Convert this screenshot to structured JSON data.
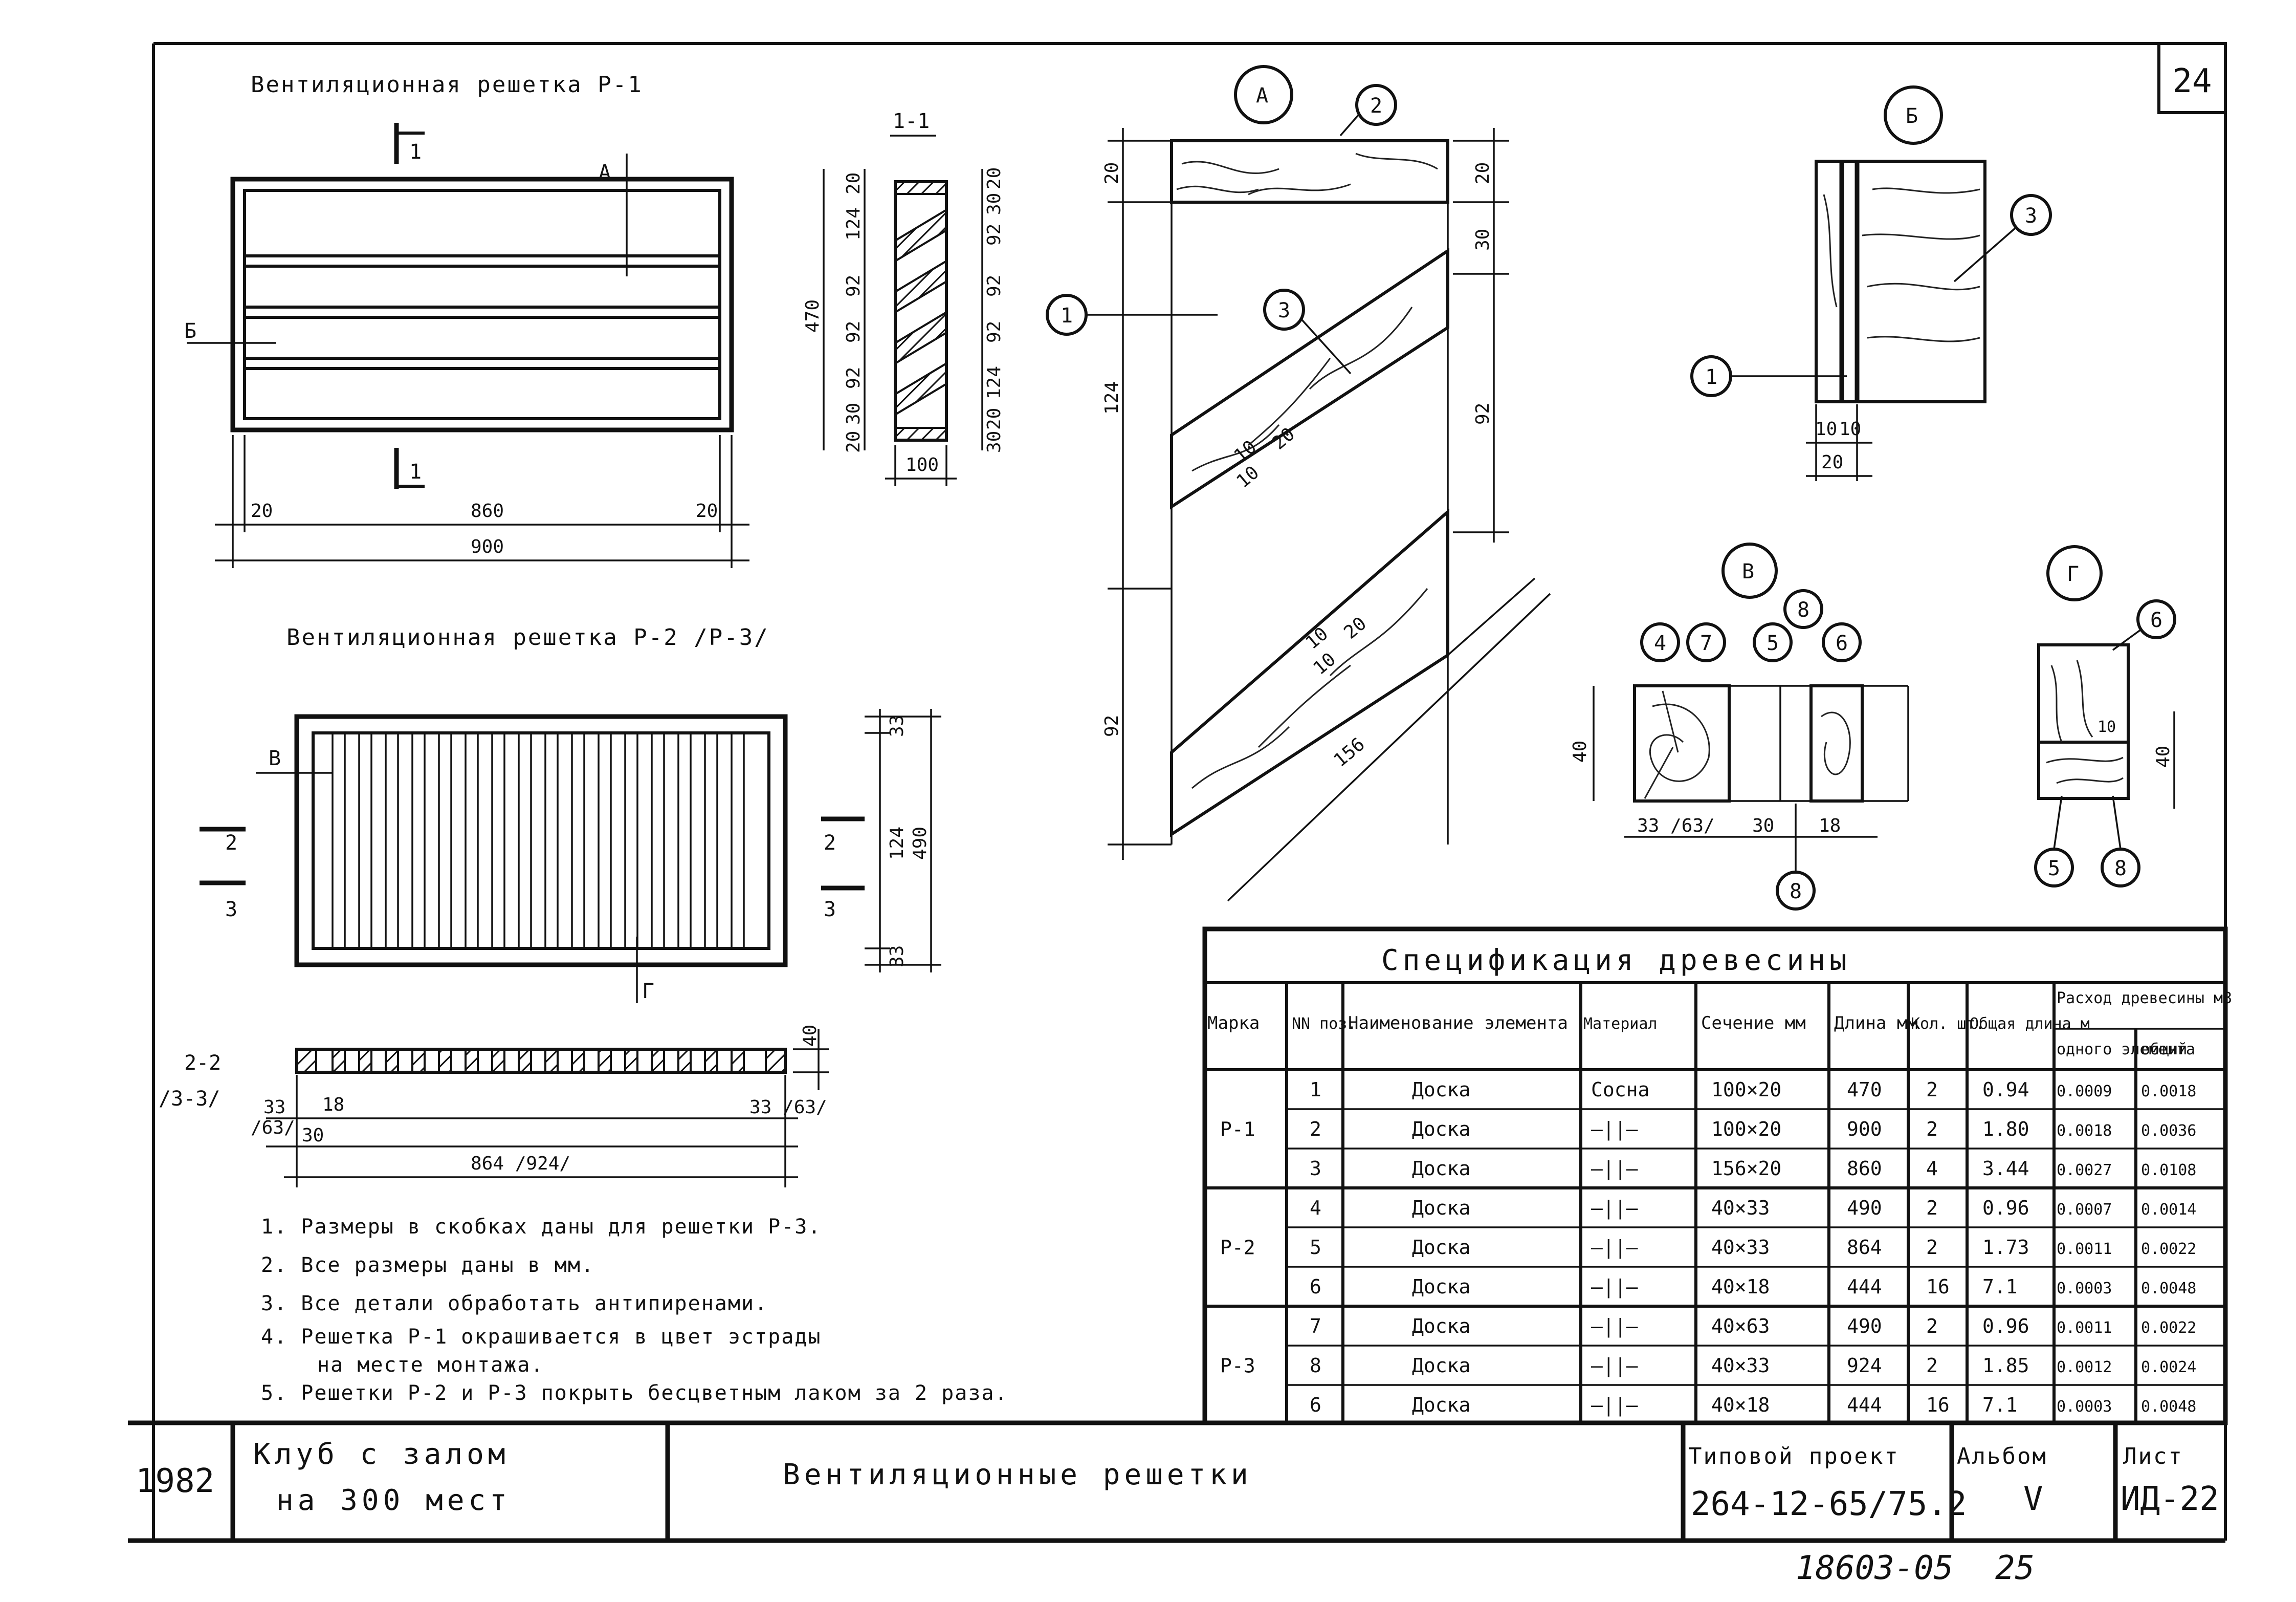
{
  "sheet_number": "24",
  "grille_p1": {
    "title": "Вентиляционная решетка Р-1",
    "cut_mark": "1",
    "label_a": "А",
    "label_b": "Б",
    "dims": [
      "20",
      "860",
      "20",
      "900"
    ]
  },
  "section_1_1": {
    "title": "1-1",
    "dims_left": [
      "20",
      "124",
      "92",
      "92",
      "92",
      "30",
      "20",
      "470"
    ],
    "dims_right": [
      "20",
      "30",
      "92",
      "92",
      "92",
      "124",
      "20",
      "30"
    ],
    "width": "100"
  },
  "grille_p2": {
    "title": "Вентиляционная решетка Р-2 /Р-3/",
    "label_v": "В",
    "label_g": "Г",
    "cut_2": "2",
    "cut_3": "3",
    "dims_right": [
      "33",
      "124",
      "33",
      "490"
    ],
    "section_label_1": "2-2",
    "section_label_2": "/3-3/",
    "section_height": "40",
    "top_dims": [
      "33",
      "18",
      "33 /63/"
    ],
    "bottom_dims": [
      "/63/",
      "30"
    ],
    "overall_dim": "864 /924/"
  },
  "detail_a": {
    "label": "А",
    "callouts": [
      "1",
      "2",
      "3"
    ],
    "dims": [
      "20",
      "124",
      "92",
      "20",
      "30",
      "92",
      "10",
      "10",
      "20",
      "10",
      "10",
      "20",
      "156"
    ]
  },
  "detail_b": {
    "label": "Б",
    "callouts": [
      "3",
      "1"
    ],
    "dims": [
      "10",
      "10",
      "20"
    ]
  },
  "detail_v": {
    "label": "В",
    "callouts": [
      "4",
      "7",
      "5",
      "8",
      "6",
      "8"
    ],
    "dims": [
      "40",
      "33 /63/",
      "30",
      "18"
    ]
  },
  "detail_g": {
    "label": "Г",
    "callouts": [
      "6",
      "5",
      "8"
    ],
    "dims": [
      "40",
      "10"
    ]
  },
  "notes": [
    "1. Размеры в скобках даны для решетки Р-3.",
    "2. Все размеры даны в мм.",
    "3. Все детали обработать антипиренами.",
    "4. Решетка Р-1 окрашивается в цвет эстрады",
    "на месте монтажа.",
    "5. Решетки Р-2 и Р-3 покрыть бесцветным лаком за 2 раза."
  ],
  "spec_table": {
    "title": "Спецификация древесины",
    "headers": [
      "Марка",
      "NN поз.",
      "Наименование элемента",
      "Материал",
      "Сечение мм",
      "Длина мм",
      "Кол. шт.",
      "Общая длина м",
      "Расход древесины м3",
      "одного элемента",
      "общий"
    ],
    "groups": [
      {
        "mark": "Р-1",
        "rows": [
          [
            "1",
            "Доска",
            "Сосна",
            "100×20",
            "470",
            "2",
            "0.94",
            "0.0009",
            "0.0018"
          ],
          [
            "2",
            "Доска",
            "—||—",
            "100×20",
            "900",
            "2",
            "1.80",
            "0.0018",
            "0.0036"
          ],
          [
            "3",
            "Доска",
            "—||—",
            "156×20",
            "860",
            "4",
            "3.44",
            "0.0027",
            "0.0108"
          ]
        ]
      },
      {
        "mark": "Р-2",
        "rows": [
          [
            "4",
            "Доска",
            "—||—",
            "40×33",
            "490",
            "2",
            "0.96",
            "0.0007",
            "0.0014"
          ],
          [
            "5",
            "Доска",
            "—||—",
            "40×33",
            "864",
            "2",
            "1.73",
            "0.0011",
            "0.0022"
          ],
          [
            "6",
            "Доска",
            "—||—",
            "40×18",
            "444",
            "16",
            "7.1",
            "0.0003",
            "0.0048"
          ]
        ]
      },
      {
        "mark": "Р-3",
        "rows": [
          [
            "7",
            "Доска",
            "—||—",
            "40×63",
            "490",
            "2",
            "0.96",
            "0.0011",
            "0.0022"
          ],
          [
            "8",
            "Доска",
            "—||—",
            "40×33",
            "924",
            "2",
            "1.85",
            "0.0012",
            "0.0024"
          ],
          [
            "6",
            "Доска",
            "—||—",
            "40×18",
            "444",
            "16",
            "7.1",
            "0.0003",
            "0.0048"
          ]
        ]
      }
    ]
  },
  "title_block": {
    "year": "1982",
    "project_line1": "Клуб с залом",
    "project_line2": "на 300 мест",
    "drawing_title": "Вентиляционные решетки",
    "typical_project_label": "Типовой проект",
    "typical_project_number": "264-12-65/75.2",
    "album_label": "Альбом",
    "album_value": "V",
    "sheet_label": "Лист",
    "sheet_value": "ИД-22"
  },
  "footer": {
    "inventory_number": "18603-05",
    "page_number": "25"
  }
}
